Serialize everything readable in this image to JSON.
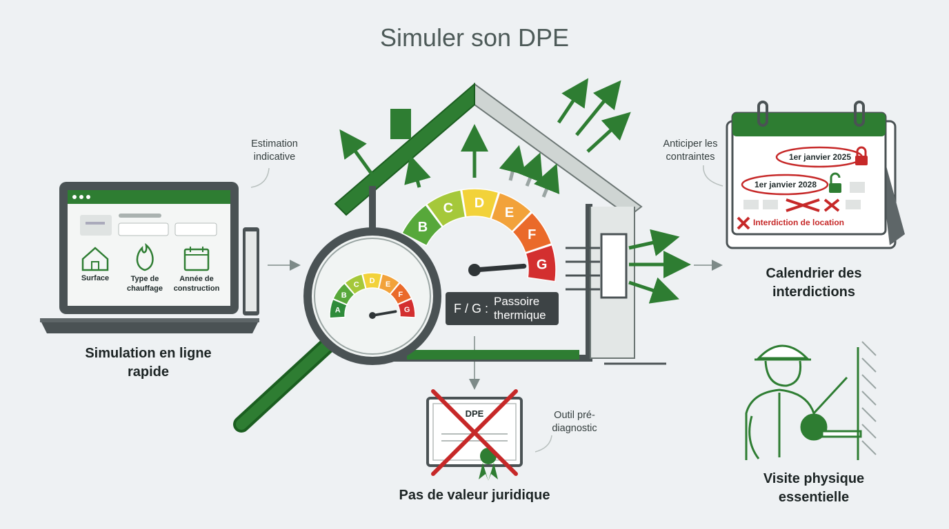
{
  "title": "Simuler son DPE",
  "colors": {
    "green": "#2e7d32",
    "dark_green": "#1b5e20",
    "grey": "#3d4345",
    "red": "#c62828",
    "scale": [
      "#2e8b3a",
      "#57a83a",
      "#a5c83a",
      "#f2d23a",
      "#f2a23a",
      "#ea6a2a",
      "#d32f2f"
    ]
  },
  "laptop": {
    "fields": [
      "Surface",
      "Type de chauffage",
      "Année de construction"
    ],
    "icons": [
      "house-icon",
      "flame-icon",
      "calendar-icon"
    ],
    "caption": "Simulation en ligne rapide",
    "annotation": "Estimation indicative"
  },
  "gauge": {
    "classes": [
      "A",
      "B",
      "C",
      "D",
      "E",
      "F",
      "G"
    ],
    "needle_class": "G",
    "tag_key": "F / G :",
    "tag_value": "Passoire thermique"
  },
  "certificate": {
    "doc_label": "DPE",
    "caption": "Pas de valeur juridique",
    "annotation": "Outil pré-diagnostic"
  },
  "calendar": {
    "date1": "1er janvier 2025",
    "date2": "1er janvier 2028",
    "ban": "Interdiction de location",
    "caption": "Calendrier des interdictions",
    "annotation": "Anticiper les contraintes"
  },
  "visit": {
    "caption": "Visite physique essentielle"
  }
}
